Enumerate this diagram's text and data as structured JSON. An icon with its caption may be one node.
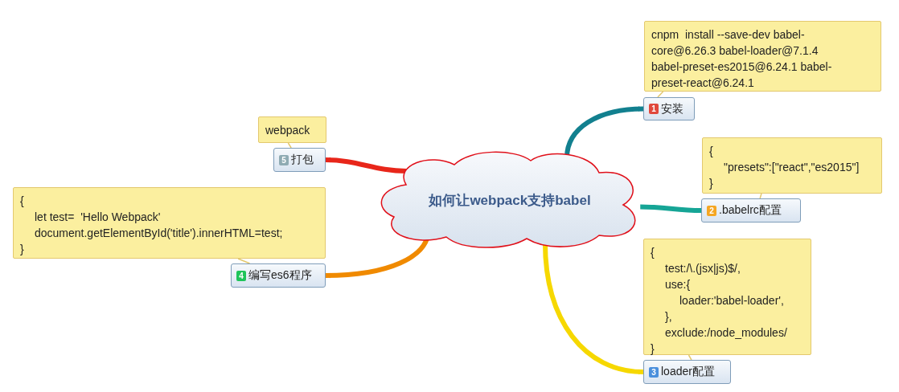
{
  "diagram": {
    "nodes": [
      {
        "text": [
          "如何让webpack支持babel"
        ]
      },
      {
        "text": [
          "1",
          "安装"
        ]
      },
      {
        "text": [
          "cnpm  install --save-dev babel-core@6.26.3 babel-loader@7.1.4 babel-preset-es2015@6.24.1 babel-preset-react@6.24.1"
        ]
      },
      {
        "text": [
          "2",
          ".babelrc配置"
        ]
      },
      {
        "text": [
          "{",
          "\"presets\":[\"react\",\"es2015\"]",
          "}"
        ]
      },
      {
        "text": [
          "3",
          "loader配置"
        ]
      },
      {
        "text": [
          "{",
          "test:/\\.(jsx|js)$/,",
          "use:{",
          "loader:'babel-loader',",
          "},",
          "exclude:/node_modules/",
          "}"
        ]
      },
      {
        "text": [
          "4",
          "编写es6程序"
        ]
      },
      {
        "text": [
          "{",
          "let test=  'Hello Webpack'",
          "document.getElementById('title').innerHTML=test;",
          "}"
        ]
      },
      {
        "text": [
          "5",
          "打包"
        ]
      },
      {
        "text": [
          "webpack"
        ]
      }
    ],
    "edges": [
      {
        "from": 0,
        "to": 1,
        "arrow": "to",
        "style": "thick",
        "color": "#12808f"
      },
      {
        "from": 0,
        "to": 3,
        "arrow": "to",
        "style": "thick",
        "color": "#16a596"
      },
      {
        "from": 0,
        "to": 5,
        "arrow": "to",
        "style": "thick",
        "color": "#f6d800"
      },
      {
        "from": 0,
        "to": 7,
        "arrow": "to",
        "style": "thick",
        "color": "#f08a00"
      },
      {
        "from": 0,
        "to": 9,
        "arrow": "to",
        "style": "thick",
        "color": "#e8261a"
      },
      {
        "from": 2,
        "to": 1,
        "arrow": "none",
        "color": "#e3c86e"
      },
      {
        "from": 4,
        "to": 3,
        "arrow": "none",
        "color": "#e3c86e"
      },
      {
        "from": 6,
        "to": 5,
        "arrow": "none",
        "color": "#e3c86e"
      },
      {
        "from": 8,
        "to": 7,
        "arrow": "none",
        "color": "#e3c86e"
      },
      {
        "from": 10,
        "to": 9,
        "arrow": "none",
        "color": "#e3c86e"
      }
    ]
  }
}
